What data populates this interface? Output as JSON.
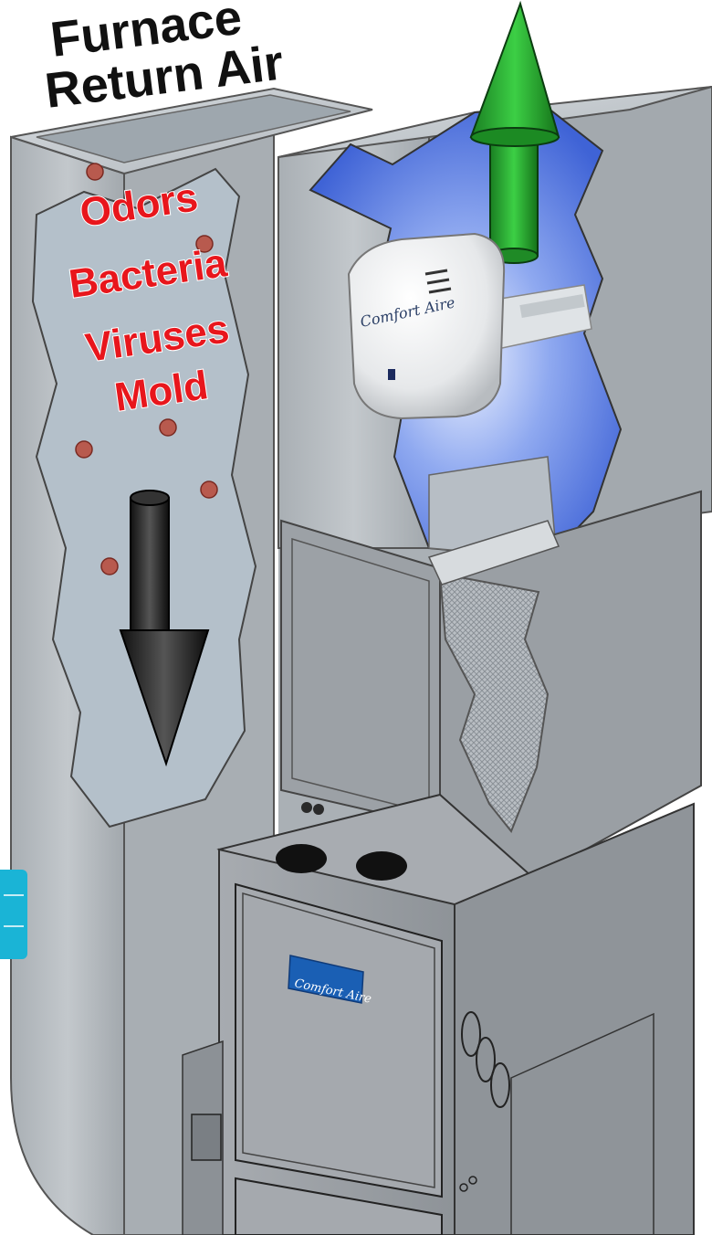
{
  "title": {
    "line1": "Furnace",
    "line2": "Return Air"
  },
  "contaminants": [
    "Odors",
    "Bacteria",
    "Viruses",
    "Mold"
  ],
  "uv_light": {
    "brand": "Comfort Aire"
  },
  "furnace": {
    "brand": "Comfort Aire"
  },
  "colors": {
    "contaminant_text": "#e8161c",
    "supply_arrow": "#1f9a2a",
    "return_arrow": "#1c1c1c",
    "duct_metal": "#b9bfc4",
    "uv_glow": "#5d7fe0",
    "furnace_body": "#9a9ea3",
    "badge": "#1ab4d6"
  },
  "icons": {
    "supply_arrow": "arrow-up-icon",
    "return_arrow": "arrow-down-icon",
    "germ": "germ-icon"
  }
}
